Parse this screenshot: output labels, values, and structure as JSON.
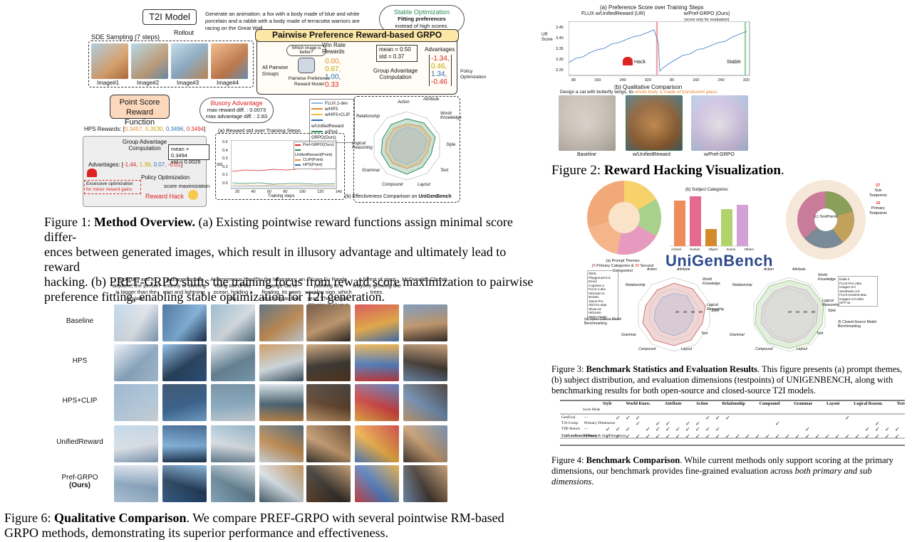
{
  "fig1": {
    "t2i_model": "T2I Model",
    "prompt_line1": "Generate an animation: a fox with a body made of blue and white",
    "prompt_line2": "porcelain and a rabbit with a body made of terracotta warriors are",
    "prompt_line3": "racing on the Great Wall.",
    "rollout": "Rollout",
    "sde_sampling": "SDE Sampling (7 steps)",
    "images": [
      "Image#1",
      "Image#2",
      "Image#3",
      "Image#4"
    ],
    "stable_opt_title": "Stable Optimization",
    "stable_opt_line1": "Fitting preferences",
    "stable_opt_line2": "instead of high scores.",
    "pairwise_title": "Pairwise Preference Reward-based GRPO",
    "which_better": "Which image is better?",
    "all_pairwise": "All Pairwise Groups",
    "ppr_model": "Pairwise Preference Reward Model",
    "win_rate": "Win Rate Rewards",
    "win_values": [
      "0.00,",
      "0.67,",
      "1.00,",
      "0.33"
    ],
    "mean_std_top": [
      "mean = 0.50",
      "std = 0.37"
    ],
    "group_adv_top": "Group Advantage Computation",
    "advantages_label": "Advantages",
    "adv_values_top": [
      "-1.34,",
      "0.46,",
      "1.34,",
      "-0.46"
    ],
    "policy_opt_right": "Policy Optimization",
    "point_score": "Point Score Reward Function",
    "illusory_title": "Illusory Advantage",
    "illusory_line1": "max reward diff. : 0.0073",
    "illusory_line2": "max advantage diff. : 2.83",
    "hps_rewards_label": "HPS Rewards:",
    "hps_values": [
      "0.3457,",
      "0.3530,",
      "0.3496,",
      "0.3494"
    ],
    "group_adv_bottom": "Group Advantage Computation",
    "mean_std_bottom": [
      "mean = 0.3494",
      "std = 0.0026"
    ],
    "adv_label_bottom": "Advantages:",
    "adv_values_bottom": [
      "-1.44,",
      "1.39,",
      "0.07,",
      "-0.01"
    ],
    "policy_opt_bottom": "Policy Optimization",
    "excessive_line1": "Excessive optimization",
    "excessive_line2": "for minor reward gains",
    "score_max": "score maximization",
    "reward_hack": "Reward Hack",
    "radar_legend": [
      "FLUX.1-dev",
      "w/HPS",
      "w/HPS+CLIP",
      "w/UnifiedReward",
      "w/Pref-GRPO(Ours)"
    ],
    "radar_axes": [
      "Action",
      "Attribute",
      "World Knowledge",
      "Style",
      "Text",
      "Layout",
      "Compound",
      "Grammar",
      "Logical Reasoning",
      "Relationship"
    ],
    "line_title": "(a) Reward std over Training Steps",
    "line_legend": [
      "Pref-GRPO(Ours)",
      "UnifiedReward(Point)",
      "CLIP(Point)",
      "HPS(Point)"
    ],
    "line_xlabel": "Training steps",
    "line_ylabel": "std",
    "line_yticks": [
      "0.5",
      "0.4",
      "0.3",
      "0.2",
      "0.1",
      "0.0"
    ],
    "line_xticks": [
      "20",
      "40",
      "60",
      "80",
      "100",
      "120",
      "140"
    ],
    "radar_caption_prefix": "(b) Effectiveness Comparison on ",
    "radar_caption_bold": "UniGenBench"
  },
  "caption1": {
    "label": "Figure 1:",
    "title": "Method Overview.",
    "text1": " (a) Existing pointwise reward functions assign minimal score differ-",
    "text2": "ences between generated images, which result in illusory advantage and ultimately lead to reward",
    "text3": "hacking. (b) PREF-GRPO shifts the training focus from reward score maximization to pairwise",
    "text4": "preference fitting, enabling stable optimization for T2I generation."
  },
  "fig2": {
    "title_a": "(a) Preference Score over Training Steps",
    "left_label": "FLUX w/UnifiedReward (UR)",
    "right_label": "w/Pref-GRPO (Ours)",
    "right_sub": "(score only for evaluation)",
    "ylabel": "UR Score",
    "yticks": [
      "3.45",
      "3.40",
      "3.35",
      "3.30",
      "3.25"
    ],
    "xticks": [
      "80",
      "160",
      "240",
      "320",
      "80",
      "160",
      "240",
      "320"
    ],
    "hack": "Hack",
    "stable": "Stable",
    "title_b": "(b) Qualitative Comparison",
    "prompt_prefix": "Design a cat with butterfly wings, its ",
    "prompt_highlight": "whole body is made of translucent glass.",
    "img_labels": [
      "Baseline",
      "w/UnifiedReward",
      "w/Pref-GRPO"
    ]
  },
  "caption2": {
    "label": "Figure 2:",
    "title": "Reward Hacking Visualization",
    "end": "."
  },
  "fig3": {
    "subject_title": "(b) Subject Categories",
    "subject_xlabels": [
      "Animal",
      "Human",
      "Object",
      "Scene",
      "Others"
    ],
    "prompt_themes": "(a) Prompt Themes",
    "prompt_themes_sub1": "5",
    "prompt_themes_sub": " Primary Categories & ",
    "prompt_themes_sub2": "20",
    "prompt_themes_sub3": " Second Categories",
    "unigen": "UniGenBench",
    "testpoints": "(c) TestPoints",
    "tp_counts": [
      "27",
      "Sub",
      "Testpoints",
      "10",
      "Primary",
      "Testpoints"
    ],
    "open_legend": [
      "SDXL",
      "Playground-2.5",
      "Emu3",
      "CogView-4",
      "FLUX.1-dev",
      "HiDream-I1",
      "BAGEL",
      "Janus-Pro",
      "SD3.5-Large",
      "Show-o2",
      "HiDream",
      "Qwen-Image"
    ],
    "closed_legend": [
      "Dalle-3",
      "FLUX-Pro-Ultra",
      "Imagen-3.0",
      "Seedream-3.0",
      "FLUX-Kontext-Max",
      "Imagen-4.0-Ultra",
      "GPT-4o"
    ],
    "open_caption": "(e) Open-Source Model Benchmarking",
    "closed_caption": "(f) Closed-Source Model Benchmarking",
    "radar_axes": [
      "Action",
      "Attribute",
      "World Knowledge",
      "Logical Reasoning",
      "Style",
      "Text",
      "Layout",
      "Compound",
      "Grammar",
      "Relationship"
    ],
    "radar_ticks": [
      "20",
      "40",
      "60",
      "80"
    ]
  },
  "caption3": {
    "label": "Figure 3:",
    "title": "Benchmark Statistics and Evaluation Results",
    "line1": ". This figure presents (a) prompt themes,",
    "line2": "(b) subject distribution, and evaluation dimensions (testpoints) of UNIGENBENCH, along with",
    "line3": "benchmarking results for both open-source and closed-source T2I models."
  },
  "fig4": {
    "headers": [
      "Style",
      "World Know.",
      "Attribute",
      "Action",
      "Relationship",
      "Compound",
      "Grammar",
      "Layout",
      "Logical Reason.",
      "Text"
    ],
    "subheader": "Score Mode",
    "rows": [
      {
        "name": "GenEval",
        "mode": "—"
      },
      {
        "name": "T2I-Comp",
        "mode": "Primary Dimension"
      },
      {
        "name": "TIIF-Bench",
        "mode": "—"
      },
      {
        "name": "UniGenBench (Ours)",
        "mode": "Primary & Sub Dimension"
      }
    ]
  },
  "caption4": {
    "label": "Figure 4:",
    "title": "Benchmark Comparison",
    "line1": ". While current methods only support scoring at the primary",
    "line2": "dimensions, our benchmark provides fine-grained evaluation across ",
    "line2_it": "both primary and sub dimensions",
    "line2_end": "."
  },
  "fig6": {
    "prompts": [
      "A person and a airplane, the person is bigger than the airplane.",
      "A dragon made entirely of swirling mist and lightning.",
      "An enormous hand rising out of the ocean, holding a city.",
      "In the laboratory, an orange cat is floating, its paws touching an ball.",
      "Kung Fu Panda pointing to a wooden sign, which read 'The Dragon Warrior is always hungry for more dumplings.'",
      "A forest of giant crayons growing like trees.",
      "McDonalds Church."
    ],
    "rows": [
      "Baseline",
      "HPS",
      "HPS+CLIP",
      "UnifiedReward",
      "Pref-GRPO"
    ],
    "ours": "(Ours)"
  },
  "caption6": {
    "label": "Figure 6:",
    "title": "Qualitative Comparison",
    "line1": ". We compare PREF-GRPO with several pointwise RM-based",
    "line2": "GRPO methods, demonstrating its superior performance and effectiveness."
  },
  "colors": {
    "orange": "#e8892b",
    "blue": "#2f6db3",
    "green": "#2e8b57",
    "red": "#d22",
    "yellow_bg": "#fde7a6",
    "peach_bg": "#fcd9bd"
  }
}
